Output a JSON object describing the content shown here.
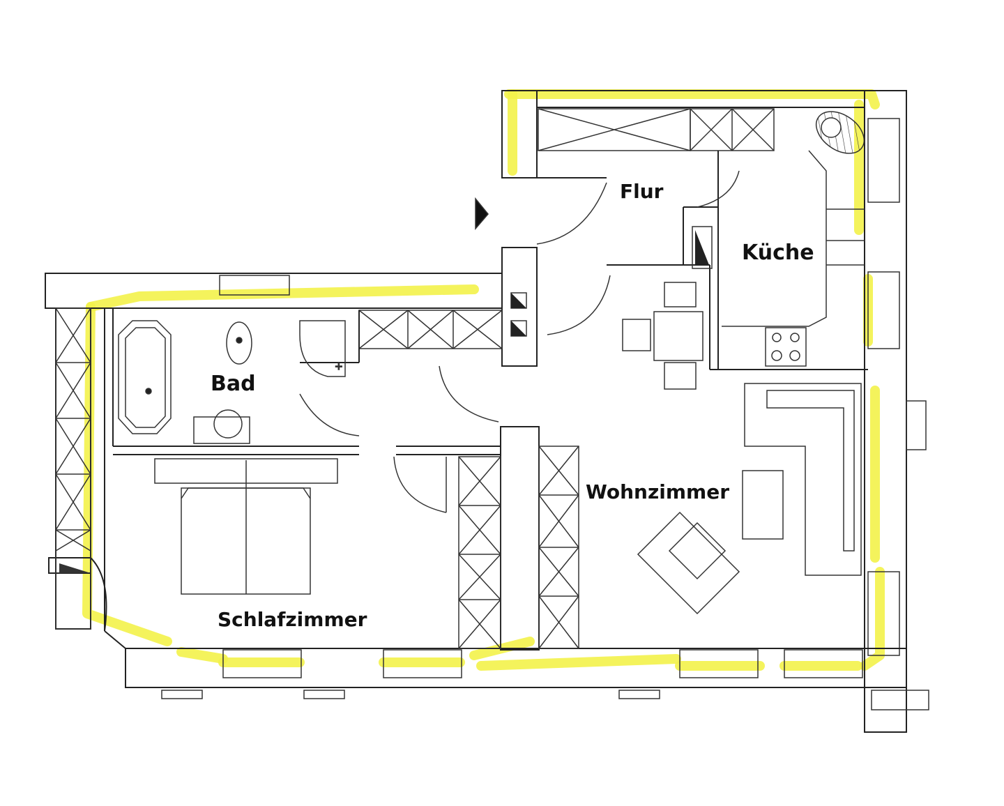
{
  "plan": {
    "rooms": [
      {
        "id": "flur",
        "label": "Flur"
      },
      {
        "id": "kueche",
        "label": "Küche"
      },
      {
        "id": "bad",
        "label": "Bad"
      },
      {
        "id": "schlafzimmer",
        "label": "Schlafzimmer"
      },
      {
        "id": "wohnzimmer",
        "label": "Wohnzimmer"
      }
    ],
    "colors": {
      "highlight": "#f3f24a",
      "line": "#222222",
      "background": "#ffffff"
    },
    "entrance_marker": "entrance-arrow"
  }
}
